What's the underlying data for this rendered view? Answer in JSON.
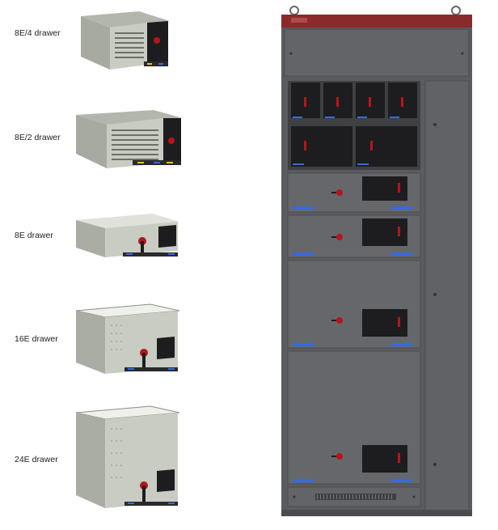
{
  "drawers": [
    {
      "label": "8E/4 drawer"
    },
    {
      "label": "8E/2 drawer"
    },
    {
      "label": "8E drawer"
    },
    {
      "label": "16E drawer"
    },
    {
      "label": "24E drawer"
    }
  ],
  "colors": {
    "cabinet": "#5a5c5f",
    "cabinet_dark": "#3e4043",
    "top_bar": "#8b2a2a",
    "drawer_body": "#c9ccc2",
    "drawer_dark": "#6e7068",
    "panel_black": "#1d1d1f",
    "handle_red": "#b8141b"
  }
}
